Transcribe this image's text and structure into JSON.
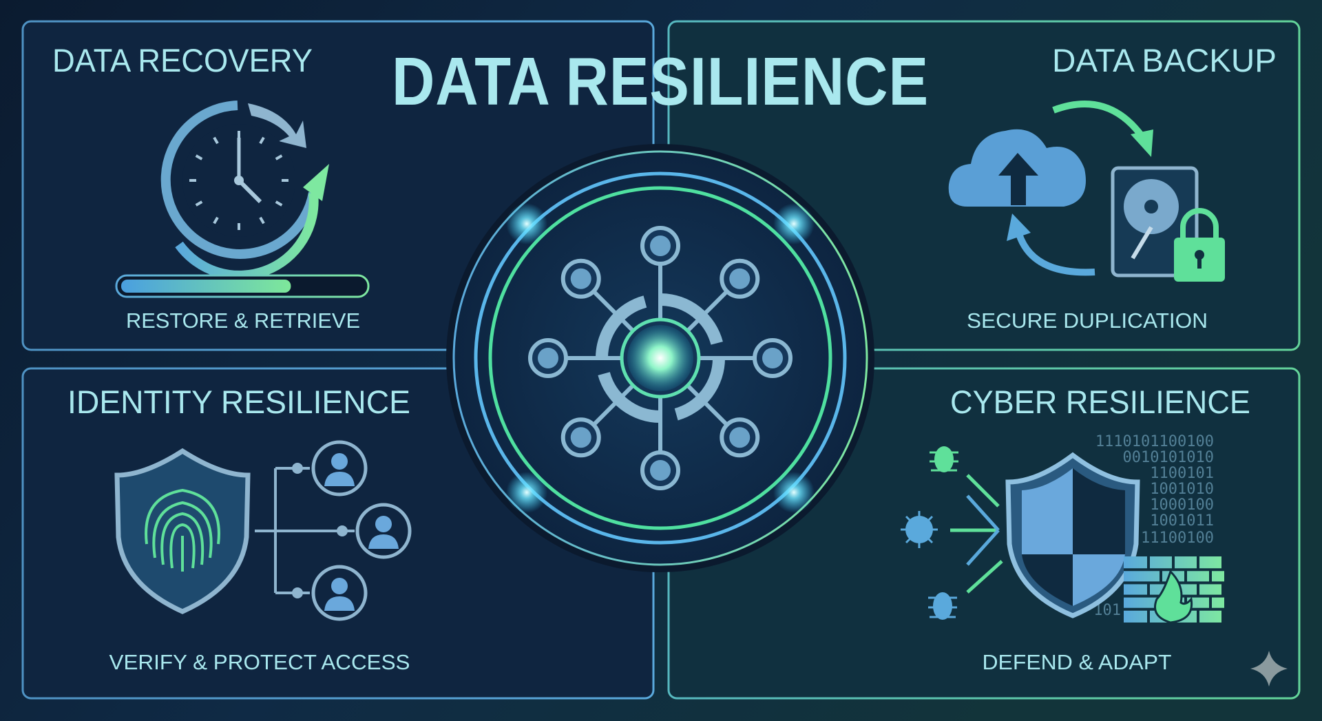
{
  "title": "DATA RESILIENCE",
  "panels": {
    "data_recovery": {
      "heading": "DATA RECOVERY",
      "caption": "RESTORE & RETRIEVE",
      "progress_percent": 70
    },
    "data_backup": {
      "heading": "DATA BACKUP",
      "caption": "SECURE DUPLICATION"
    },
    "identity_resilience": {
      "heading": "IDENTITY RESILIENCE",
      "caption": "VERIFY & PROTECT ACCESS"
    },
    "cyber_resilience": {
      "heading": "CYBER RESILIENCE",
      "caption": "DEFEND & ADAPT",
      "binary_lines": [
        "1110101100100",
        "0010101010",
        "1100101",
        "1001010",
        "1000100",
        "1001011",
        "11100100",
        "101"
      ]
    }
  },
  "icons": [
    "clock-recovery-icon",
    "cloud-upload-icon",
    "hard-drive-icon",
    "padlock-icon",
    "fingerprint-shield-icon",
    "user-icon",
    "bug-icon",
    "virus-icon",
    "security-shield-icon",
    "firewall-icon",
    "network-hub-icon",
    "sparkle-icon"
  ],
  "colors": {
    "background": "#0b1a2e",
    "blue_accent": "#5aa9dc",
    "green_accent": "#5fe09a",
    "text": "#a9e8ee"
  }
}
